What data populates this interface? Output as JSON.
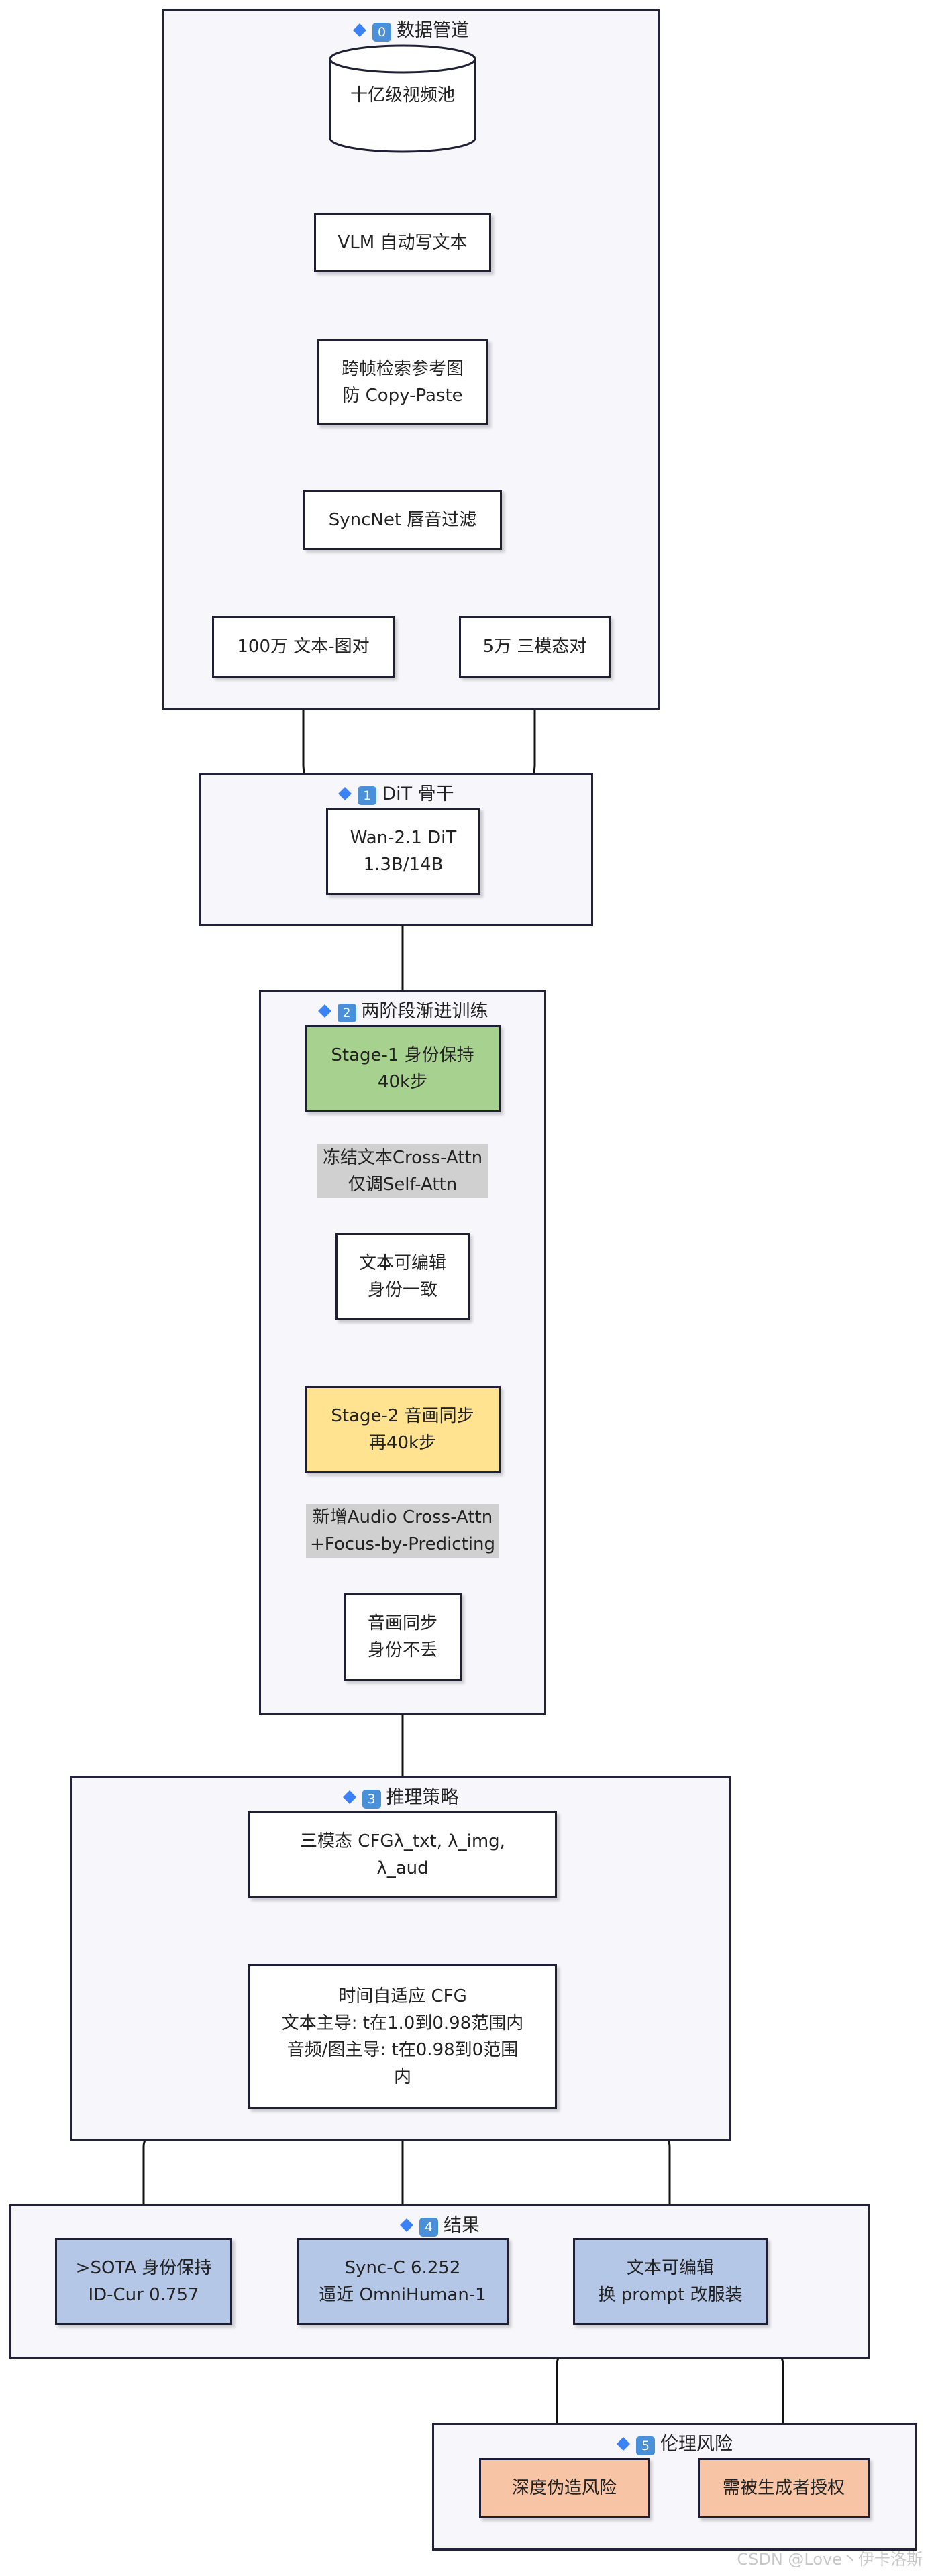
{
  "groups": {
    "pipeline": {
      "num": "0",
      "title": "数据管道"
    },
    "backbone": {
      "num": "1",
      "title": "DiT 骨干"
    },
    "training": {
      "num": "2",
      "title": "两阶段渐进训练"
    },
    "inference": {
      "num": "3",
      "title": "推理策略"
    },
    "results": {
      "num": "4",
      "title": "结果"
    },
    "ethics": {
      "num": "5",
      "title": "伦理风险"
    }
  },
  "nodes": {
    "video_pool": "十亿级视频池",
    "vlm": "VLM 自动写文本",
    "retrieval": [
      "跨帧检索参考图",
      "防 Copy-Paste"
    ],
    "syncnet": "SyncNet 唇音过滤",
    "text_image_pairs": "100万 文本-图对",
    "tri_modal_pairs": "5万 三模态对",
    "wan": [
      "Wan-2.1 DiT",
      "1.3B/14B"
    ],
    "stage1": [
      "Stage-1 身份保持",
      "40k步"
    ],
    "editable_consistent": [
      "文本可编辑",
      "身份一致"
    ],
    "stage2": [
      "Stage-2 音画同步",
      "再40k步"
    ],
    "av_sync": [
      "音画同步",
      "身份不丢"
    ],
    "cfg": [
      "三模态 CFGλ_txt, λ_img,",
      "λ_aud"
    ],
    "time_cfg": [
      "时间自适应 CFG",
      "文本主导: t在1.0到0.98范围内",
      "音频/图主导: t在0.98到0范围",
      "内"
    ],
    "sota": [
      ">SOTA 身份保持",
      "ID-Cur 0.757"
    ],
    "syncc": [
      "Sync-C 6.252",
      "逼近 OmniHuman-1"
    ],
    "text_editable": [
      "文本可编辑",
      "换 prompt 改服装"
    ],
    "deepfake": "深度伪造风险",
    "authorization": "需被生成者授权"
  },
  "edge_labels": {
    "stage1_edge": [
      "冻结文本Cross-Attn",
      "仅调Self-Attn"
    ],
    "stage2_edge": [
      "新增Audio Cross-Attn",
      "+Focus-by-Predicting"
    ]
  },
  "watermark": "CSDN @Love丶伊卡洛斯",
  "colors": {
    "stage1": "#a7d18e",
    "stage2": "#ffe390",
    "result": "#b4c7e7",
    "risk": "#f7c4a5",
    "group_bg": "#f7f7fb",
    "border": "#22223a",
    "edge_label_bg": "#d0d0d0"
  }
}
